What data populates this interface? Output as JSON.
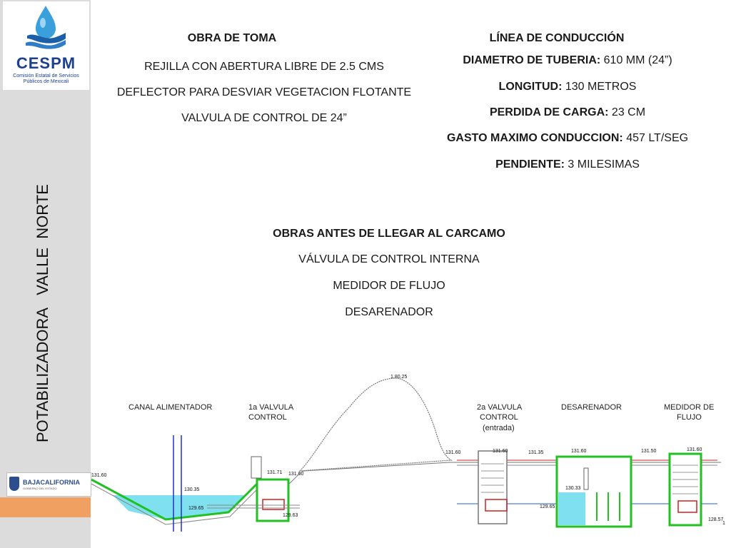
{
  "logo": {
    "name": "CESPM",
    "subtitle_line1": "Comisión Estatal de Servicios",
    "subtitle_line2": "Públicos de Mexicali"
  },
  "sidebar": {
    "vertical_title": "POTABILIZADORA   VALLE  NORTE",
    "state_logo_text": "BAJACALIFORNIA",
    "state_logo_sub": "GOBIERNO DEL ESTADO"
  },
  "obra_de_toma": {
    "heading": "OBRA DE TOMA",
    "items": [
      "REJILLA CON  ABERTURA LIBRE DE 2.5 CMS",
      "DEFLECTOR PARA DESVIAR VEGETACION FLOTANTE",
      "VALVULA DE CONTROL DE 24”"
    ]
  },
  "linea_conduccion": {
    "heading": "LÍNEA DE CONDUCCIÓN",
    "specs": [
      {
        "label": "DIAMETRO DE TUBERIA:",
        "value": " 610 MM (24”)"
      },
      {
        "label": "LONGITUD:",
        "value": " 130 METROS"
      },
      {
        "label": "PERDIDA DE CARGA:",
        "value": " 23 CM"
      },
      {
        "label": "GASTO MAXIMO CONDUCCION:",
        "value": " 457 LT/SEG"
      },
      {
        "label": "PENDIENTE:",
        "value": " 3 MILESIMAS"
      }
    ]
  },
  "obras_antes": {
    "heading": "OBRAS ANTES DE LLEGAR AL CARCAMO",
    "items": [
      "VÁLVULA DE CONTROL INTERNA",
      "MEDIDOR DE FLUJO",
      "DESARENADOR"
    ]
  },
  "schematic": {
    "labels": {
      "canal": "CANAL ALIMENTADOR",
      "valvula1_a": "1a VALVULA",
      "valvula1_b": "CONTROL",
      "valvula2_a": "2a VALVULA",
      "valvula2_b": "CONTROL",
      "valvula2_c": "(entrada)",
      "desarenador": "DESARENADOR",
      "medidor_a": "MEDIDOR DE",
      "medidor_b": "FLUJO"
    },
    "elevations": {
      "peak": "1.80.25",
      "canal_top": "131.60",
      "canal_water": "130.35",
      "canal_bottom": "129.65",
      "v1_top": "131.71",
      "v1_right": "131.60",
      "v1_bottom": "129.63",
      "v2_left": "131.60",
      "v2_top": "131.60",
      "v2_mid": "131.35",
      "des_top": "131.60",
      "des_water": "130.33",
      "des_bottom": "129.65",
      "med_left": "131.50",
      "med_top": "131.60",
      "med_bottom": "128.57",
      "page_num": "1"
    }
  }
}
